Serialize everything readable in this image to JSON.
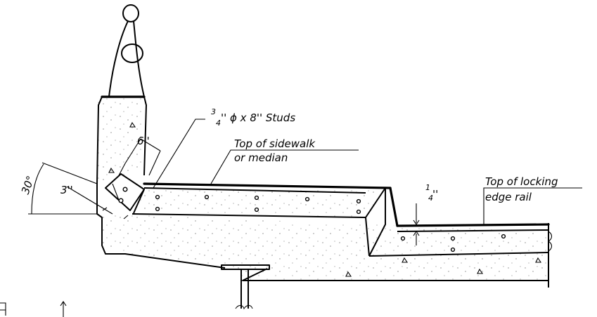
{
  "labels": {
    "studs_sup": "3",
    "studs_sub": "4",
    "studs_rest": "'' ϕ x 8'' Studs",
    "six_in": "6''",
    "three_in": "3''",
    "thirty_deg": "30°",
    "sidewalk_line1": "Top of sidewalk",
    "sidewalk_line2": "or median",
    "quarter_sup": "1",
    "quarter_sub": "4",
    "quarter_rest": "''",
    "rail_line1": "Top of locking",
    "rail_line2": "edge rail"
  },
  "icons": {
    "stud": "stud-circle-icon",
    "break": "break-line-icon"
  }
}
